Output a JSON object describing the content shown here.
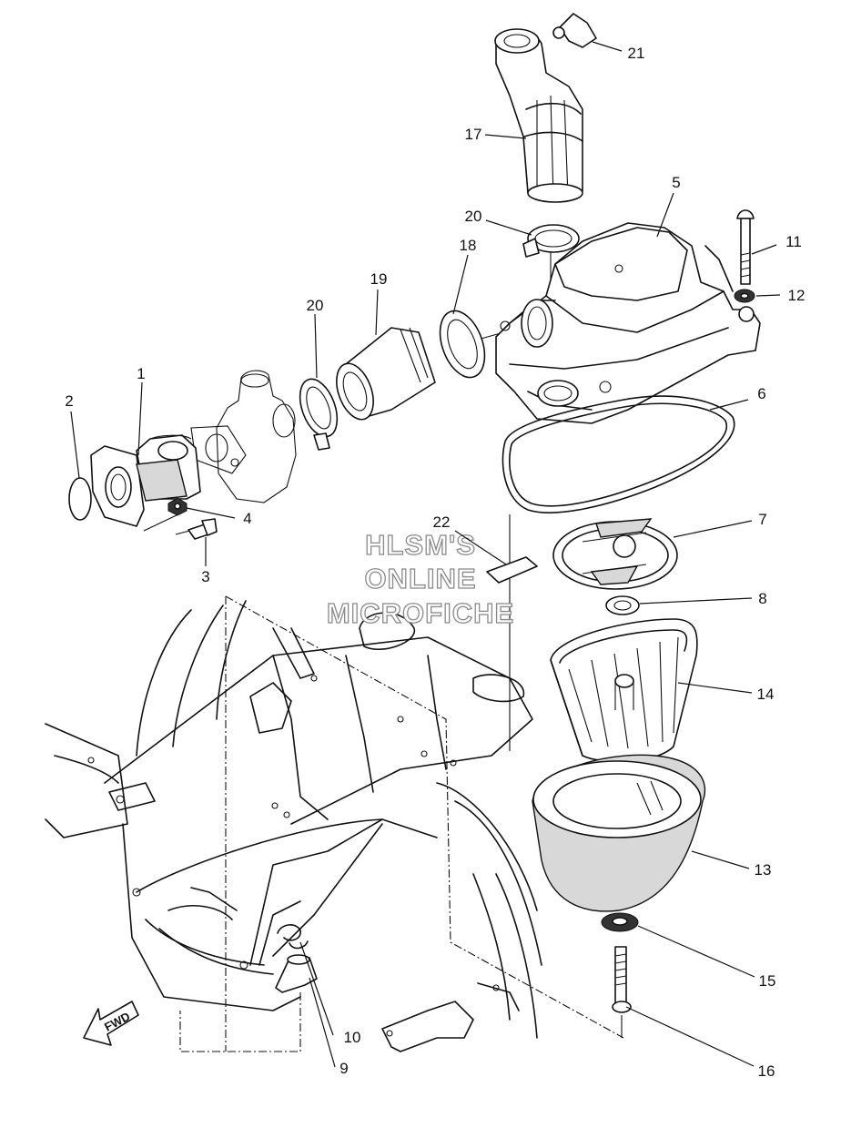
{
  "diagram": {
    "watermark": [
      "HLSM'S",
      "ONLINE",
      "MICROFICHE"
    ],
    "direction_label": "FWD",
    "callouts": [
      "1",
      "2",
      "3",
      "4",
      "5",
      "6",
      "7",
      "8",
      "9",
      "10",
      "11",
      "12",
      "13",
      "14",
      "15",
      "16",
      "17",
      "18",
      "19",
      "20",
      "20",
      "21",
      "22"
    ]
  }
}
